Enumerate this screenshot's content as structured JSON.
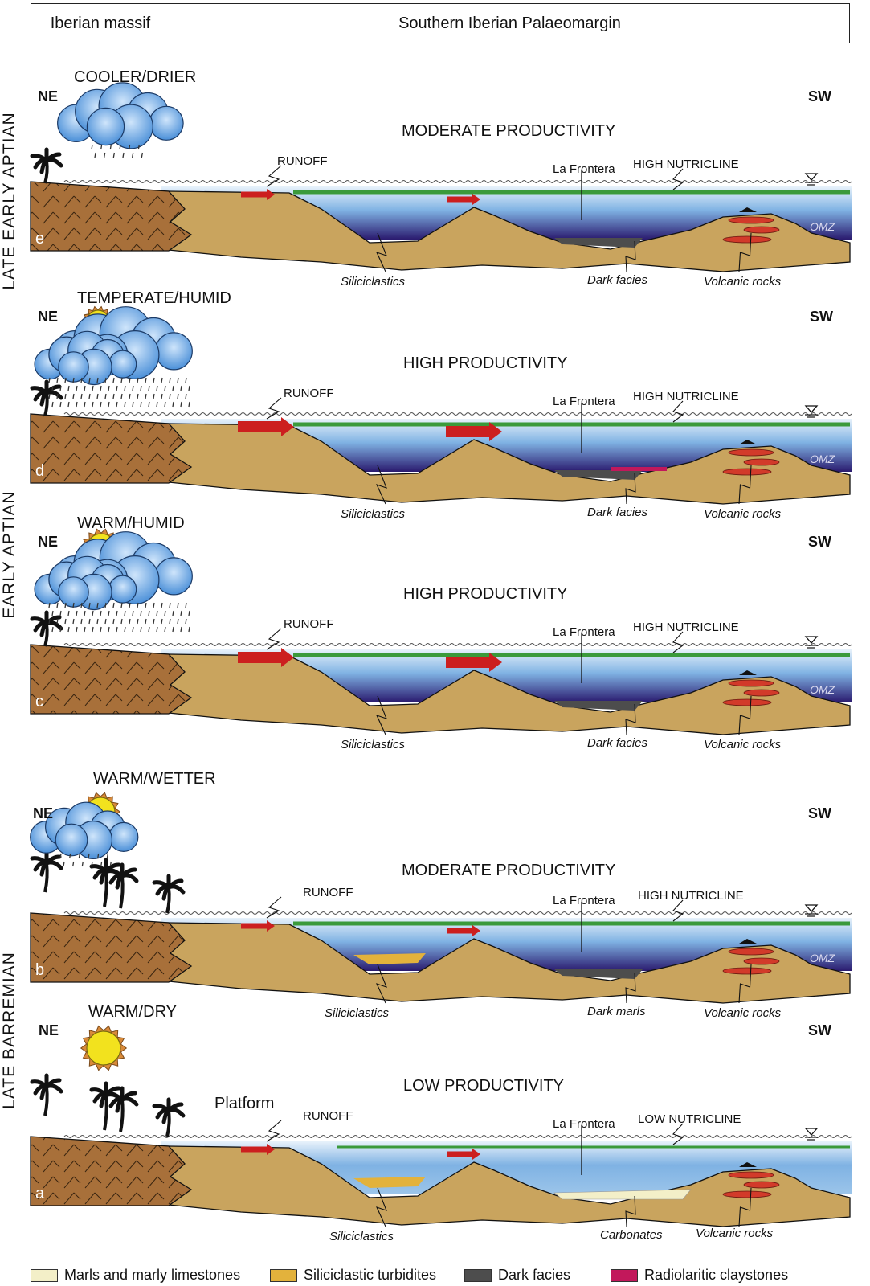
{
  "header": {
    "left": "Iberian massif",
    "right": "Southern Iberian Palaeomargin"
  },
  "periods": {
    "late_early_aptian": "LATE EARLY  APTIAN",
    "early_aptian": "EARLY  APTIAN",
    "late_barremian": "LATE BARREMIAN"
  },
  "panels": {
    "e": {
      "letter": "e",
      "climate": "COOLER/DRIER",
      "ne": "NE",
      "sw": "SW",
      "productivity": "MODERATE PRODUCTIVITY",
      "runoff": "RUNOFF",
      "la_frontera": "La Frontera",
      "nutricline": "HIGH NUTRICLINE",
      "omz": "OMZ",
      "label1": "Siliciclastics",
      "label2": "Dark facies",
      "label3": "Volcanic rocks"
    },
    "d": {
      "letter": "d",
      "climate": "TEMPERATE/HUMID",
      "ne": "NE",
      "sw": "SW",
      "productivity": "HIGH PRODUCTIVITY",
      "runoff": "RUNOFF",
      "la_frontera": "La Frontera",
      "nutricline": "HIGH NUTRICLINE",
      "omz": "OMZ",
      "label1": "Siliciclastics",
      "label2": "Dark facies",
      "label3": "Volcanic rocks"
    },
    "c": {
      "letter": "c",
      "climate": "WARM/HUMID",
      "ne": "NE",
      "sw": "SW",
      "productivity": "HIGH PRODUCTIVITY",
      "runoff": "RUNOFF",
      "la_frontera": "La Frontera",
      "nutricline": "HIGH NUTRICLINE",
      "omz": "OMZ",
      "label1": "Siliciclastics",
      "label2": "Dark facies",
      "label3": "Volcanic rocks"
    },
    "b": {
      "letter": "b",
      "climate": "WARM/WETTER",
      "ne": "NE",
      "sw": "SW",
      "productivity": "MODERATE PRODUCTIVITY",
      "runoff": "RUNOFF",
      "la_frontera": "La Frontera",
      "nutricline": "HIGH NUTRICLINE",
      "omz": "OMZ",
      "label1": "Siliciclastics",
      "label2": "Dark marls",
      "label3": "Volcanic rocks"
    },
    "a": {
      "letter": "a",
      "climate": "WARM/DRY",
      "ne": "NE",
      "sw": "SW",
      "productivity": "LOW PRODUCTIVITY",
      "runoff": "RUNOFF",
      "la_frontera": "La Frontera",
      "nutricline": "LOW NUTRICLINE",
      "platform": "Platform",
      "label1": "Siliciclastics",
      "label2": "Carbonates",
      "label3": "Volcanic rocks"
    }
  },
  "legend": [
    {
      "label": "Marls and marly limestones",
      "color": "#f3efc8"
    },
    {
      "label": "Siliciclastic turbidites",
      "color": "#e3b23c"
    },
    {
      "label": "Dark facies",
      "color": "#4d4d4d"
    },
    {
      "label": "Radiolaritic claystones",
      "color": "#c2185b"
    }
  ],
  "colors": {
    "basement": "#a8703a",
    "sediment": "#c9a45e",
    "water_light": "#d7e9f7",
    "water_deep": "#2a1a6e",
    "nutricline": "#3b9a3b",
    "runoff_arrow": "#cc1f1f",
    "volcanic": "#d23a2a",
    "sun": "#f2e21e",
    "cloud": "#4a8fd8"
  }
}
